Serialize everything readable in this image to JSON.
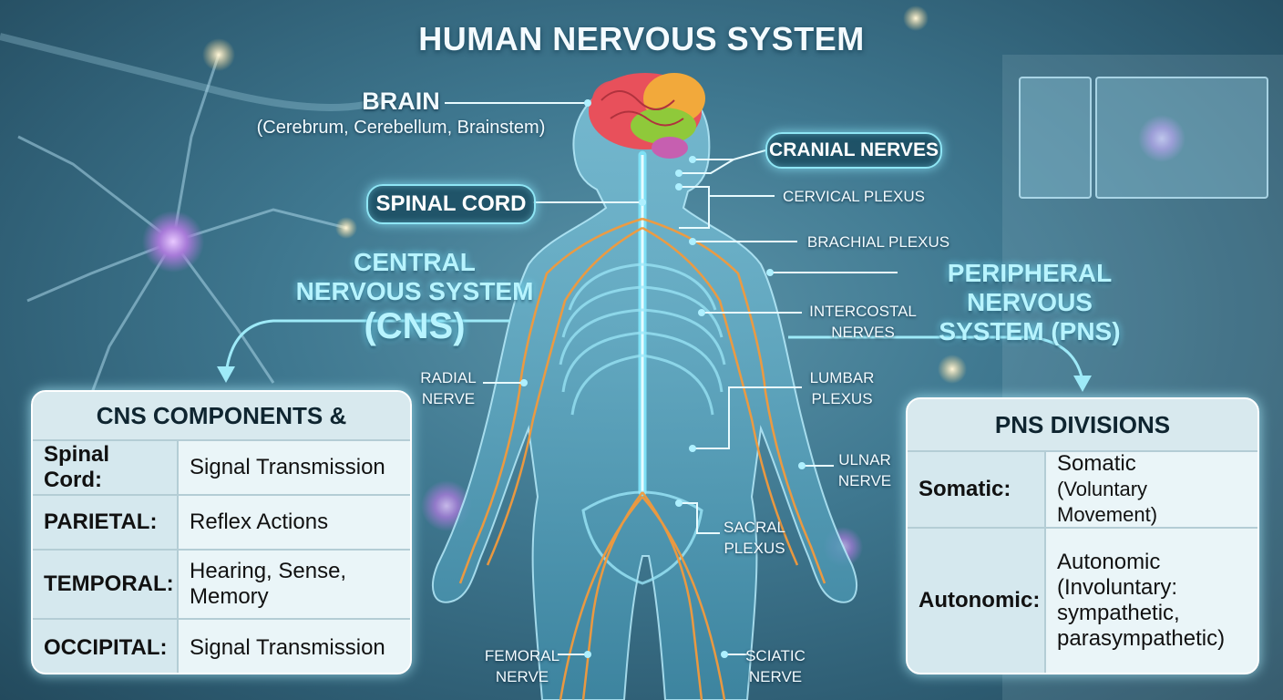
{
  "title": "HUMAN NERVOUS SYSTEM",
  "labels": {
    "brain": "BRAIN",
    "brain_sub": "(Cerebrum, Cerebellum, Brainstem)",
    "cranial_nerves": "CRANIAL NERVES",
    "spinal_cord": "SPINAL CORD",
    "cervical_plexus": "CERVICAL PLEXUS",
    "brachial_plexus": "BRACHIAL PLEXUS",
    "cns_line1": "CENTRAL",
    "cns_line2": "NERVOUS SYSTEM",
    "cns_line3": "(CNS)",
    "pns_line1": "PERIPHERAL NERVOUS",
    "pns_line2": "SYSTEM (PNS)",
    "intercostal_line1": "INTERCOSTAL",
    "intercostal_line2": "NERVES",
    "radial_line1": "RADIAL",
    "radial_line2": "NERVE",
    "lumbar_line1": "LUMBAR",
    "lumbar_line2": "PLEXUS",
    "ulnar_line1": "ULNAR",
    "ulnar_line2": "NERVE",
    "sacral_line1": "SACRAL",
    "sacral_line2": "PLEXUS",
    "femoral_line1": "FEMORAL",
    "femoral_line2": "NERVE",
    "sciatic_line1": "SCIATIC",
    "sciatic_line2": "NERVE"
  },
  "cns_table": {
    "title": "CNS COMPONENTS & FUNCTIONS",
    "rows": [
      {
        "key": "Spinal Cord:",
        "value": "Signal Transmission"
      },
      {
        "key": "PARIETAL:",
        "value": "Reflex Actions"
      },
      {
        "key": "TEMPORAL:",
        "value": "Hearing, Sense, Memory"
      },
      {
        "key": "OCCIPITAL:",
        "value": "Signal Transmission"
      }
    ]
  },
  "pns_table": {
    "title": "PNS DIVISIONS",
    "rows": [
      {
        "key": "Somatic:",
        "value_line1": "Somatic",
        "value_line2": "(Voluntary Movement)"
      },
      {
        "key": "Autonomic:",
        "value_line1": "Autonomic",
        "value_line2": "(Involuntary:",
        "value_line3": "sympathetic,",
        "value_line4": "parasympathetic)"
      }
    ]
  },
  "colors": {
    "nerve": "#f39a3c",
    "spine": "#7ee0f5",
    "glow": "#8fe6f5",
    "brain_palette": [
      "#e8505b",
      "#f2a93b",
      "#8fc93a",
      "#c65fb0"
    ]
  }
}
